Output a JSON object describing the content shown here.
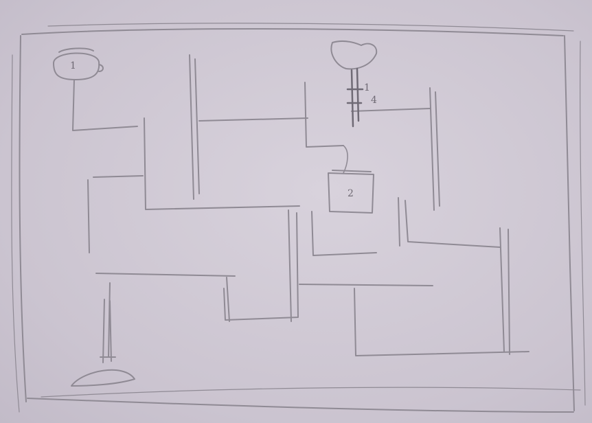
{
  "sketch": {
    "labels": {
      "start_object": "1",
      "lamp_a": "1",
      "lamp_b": "4",
      "box": "2"
    }
  }
}
